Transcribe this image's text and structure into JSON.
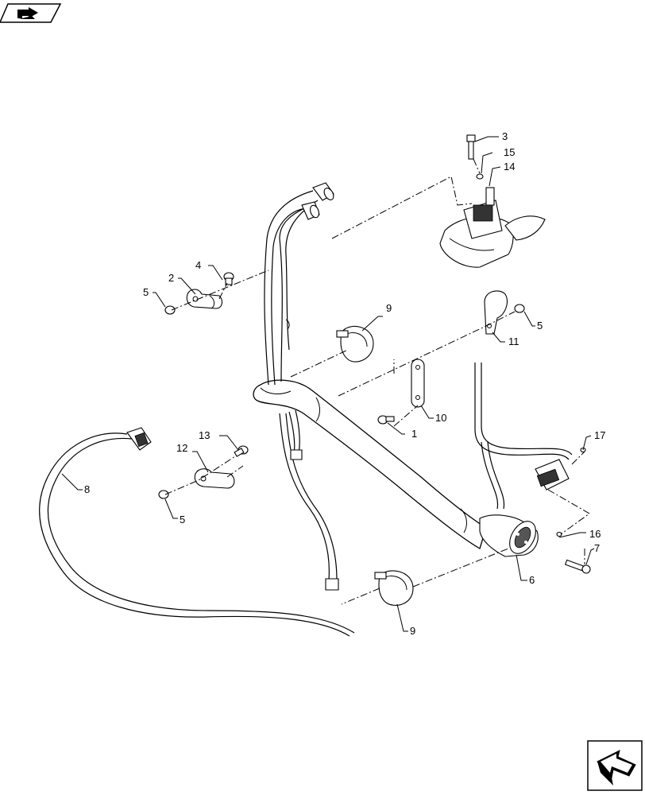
{
  "labels": {
    "c1": "1",
    "c2": "2",
    "c3": "3",
    "c4": "4",
    "c5a": "5",
    "c5b": "5",
    "c5c": "5",
    "c6": "6",
    "c7": "7",
    "c8": "8",
    "c9a": "9",
    "c9b": "9",
    "c10": "10",
    "c11": "11",
    "c12": "12",
    "c13": "13",
    "c14": "14",
    "c15": "15",
    "c16": "16",
    "c17": "17"
  },
  "icons": {
    "top_left": "nav-arrow-icon",
    "bottom_right": "nav-arrow-icon"
  }
}
